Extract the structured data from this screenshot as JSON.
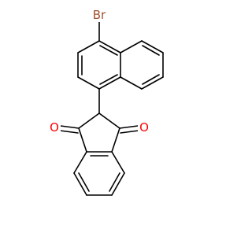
{
  "molecule": {
    "atoms": [
      {
        "label": "Br",
        "color": "#a0522d"
      },
      {
        "label": "O",
        "color": "#ff0000"
      },
      {
        "label": "O",
        "color": "#ff0000"
      }
    ]
  },
  "colors": {
    "bond": "#000000",
    "background": "#ffffff"
  }
}
